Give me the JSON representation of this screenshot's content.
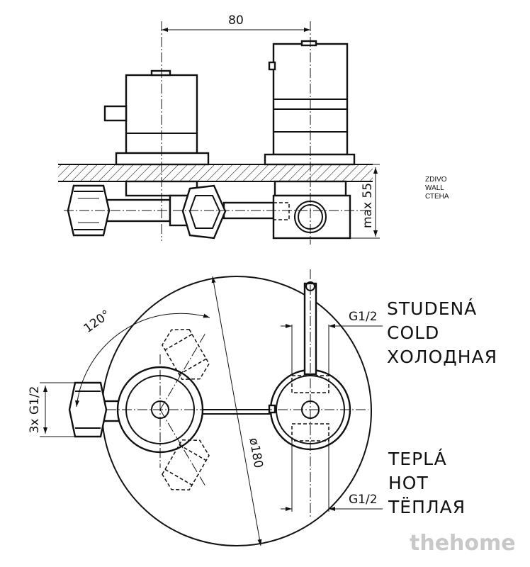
{
  "dimensions": {
    "width_80": "80",
    "max_55": "max 55",
    "angle_120": "120°",
    "diameter_180": "ø180",
    "g12_cold": "G1/2",
    "g12_hot": "G1/2",
    "inlets": "3x G1/2"
  },
  "wall_label": {
    "line1": "ZDIVO",
    "line2": "WALL",
    "line3": "СТЕНА"
  },
  "cold_label": {
    "cz": "STUDENÁ",
    "en": "COLD",
    "ru": "ХОЛОДНАЯ"
  },
  "hot_label": {
    "cz": "TEPLÁ",
    "en": "HOT",
    "ru": "ТЁПЛАЯ"
  },
  "watermark": "thehome",
  "colors": {
    "line": "#111111",
    "background": "#ffffff",
    "watermark": "#c8c8c8"
  }
}
